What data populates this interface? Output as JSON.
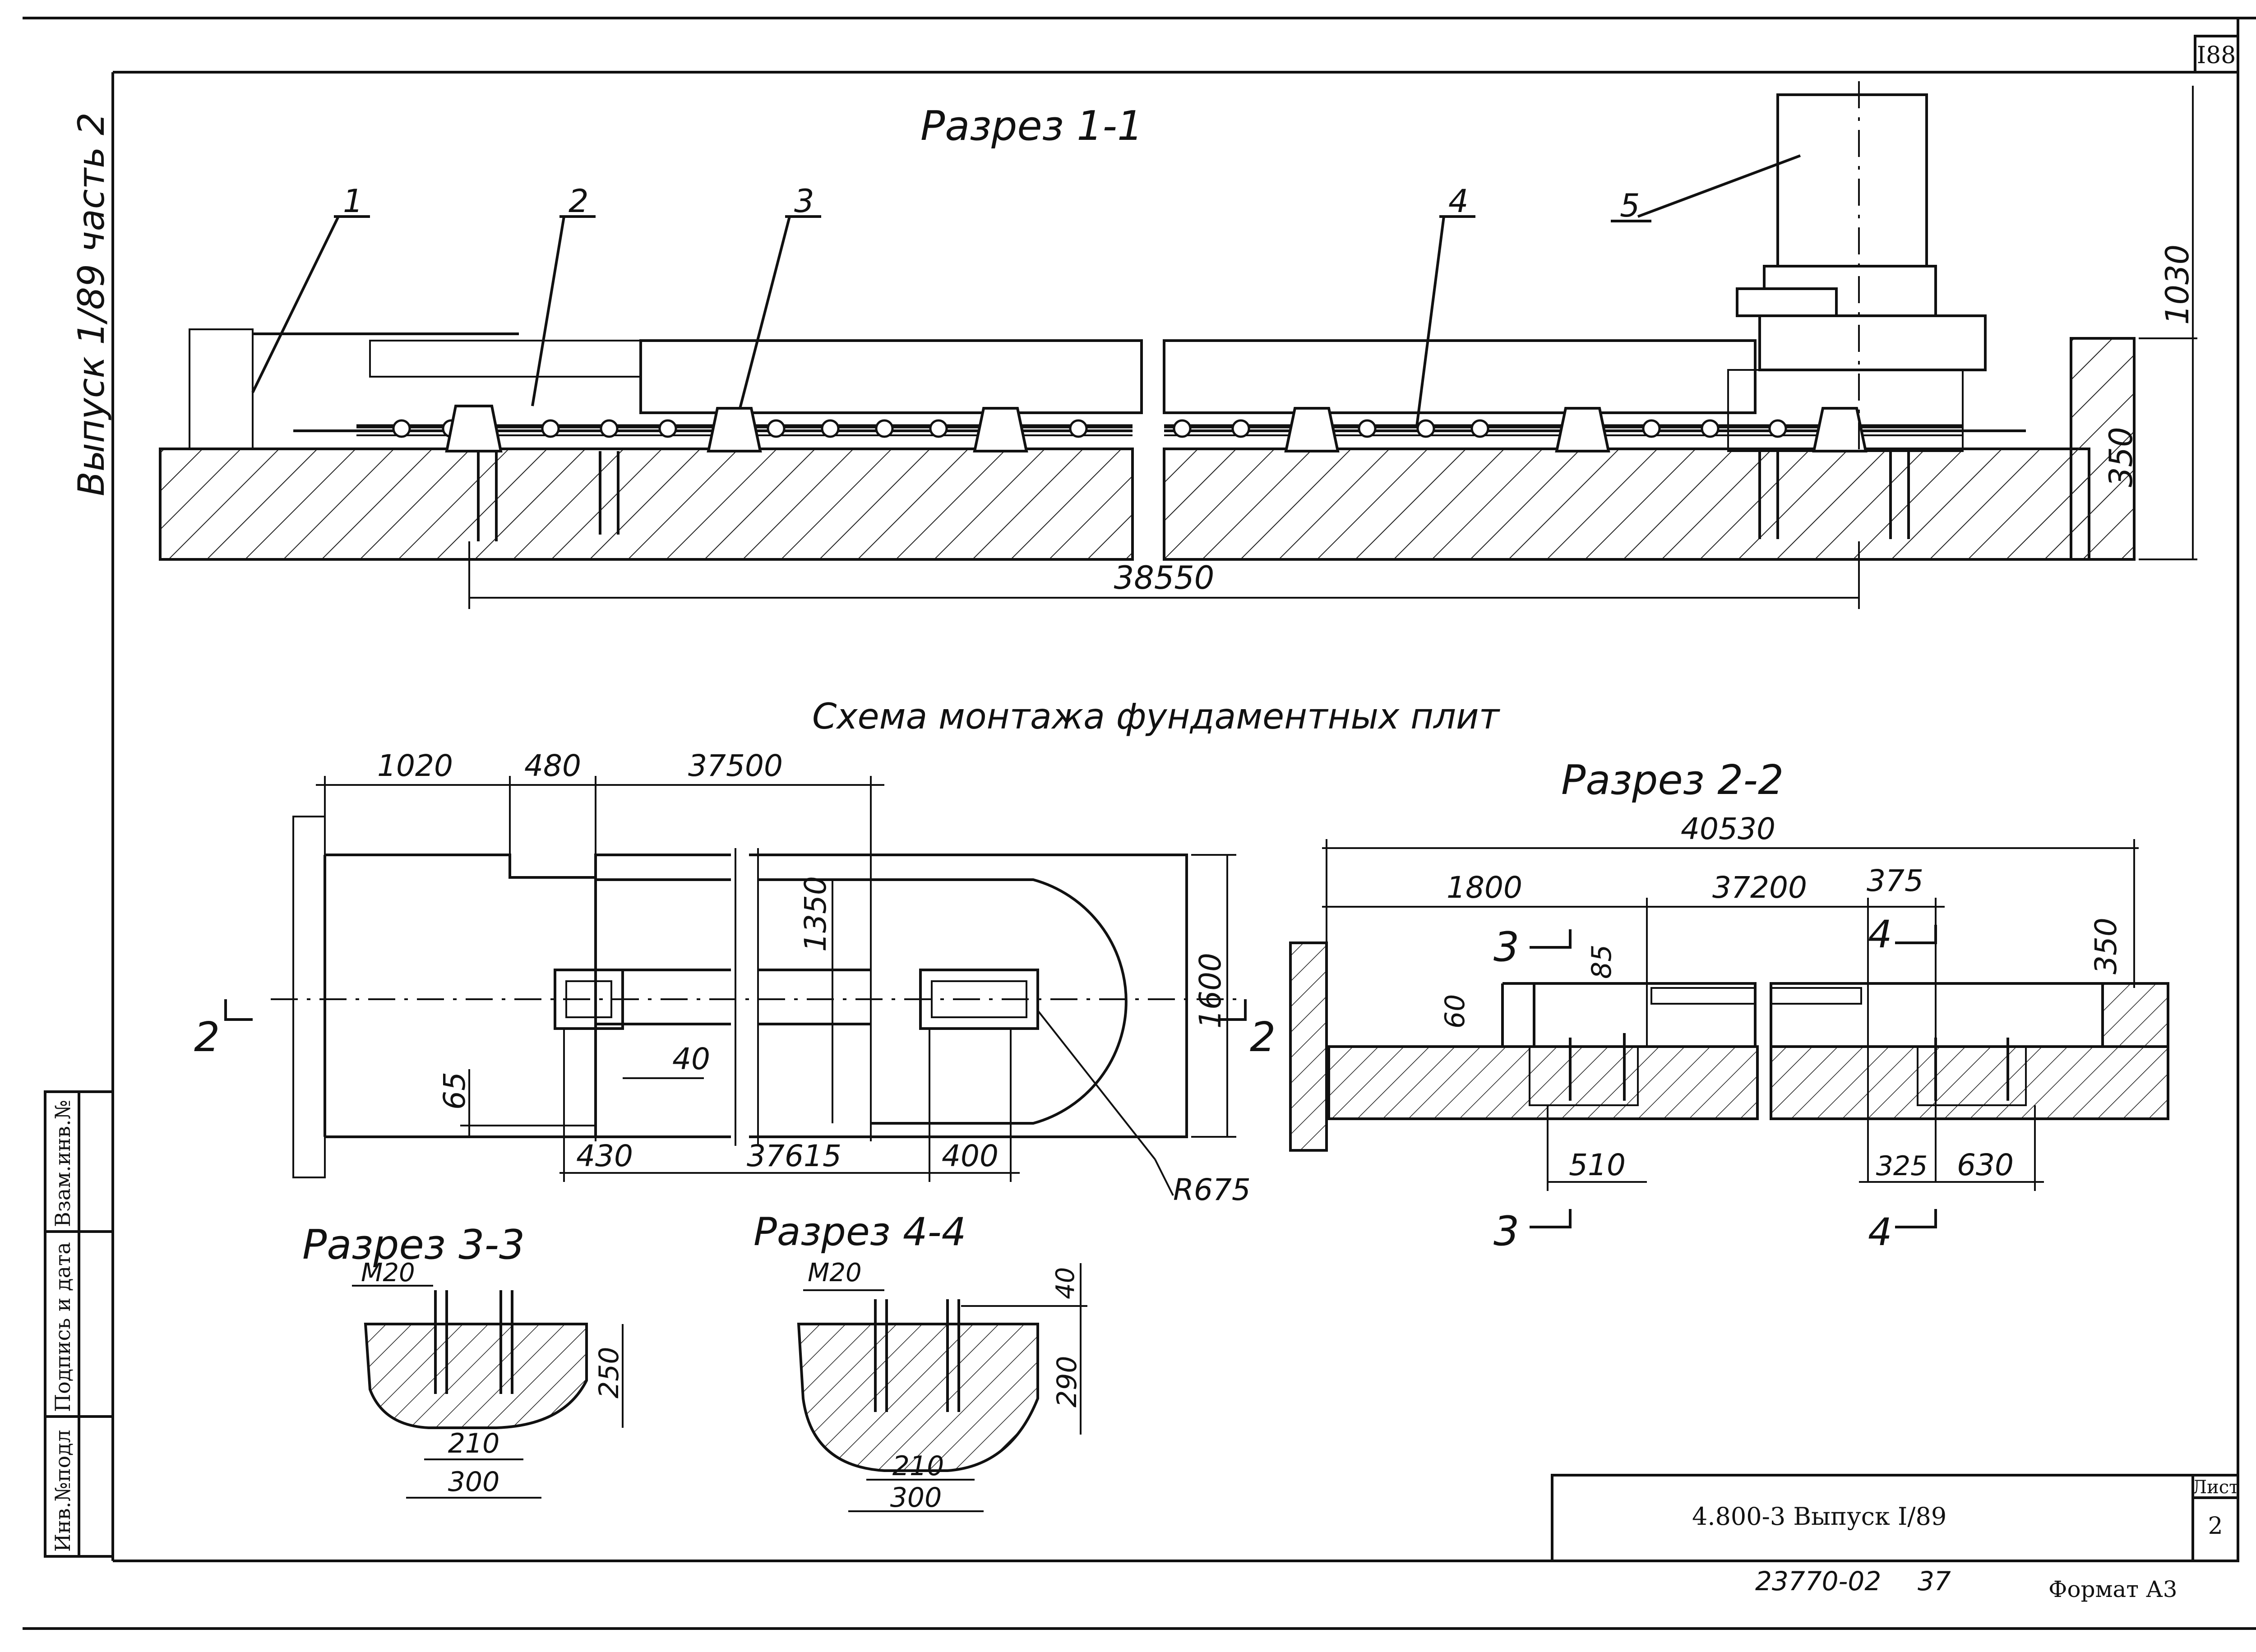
{
  "sheet_number_top": "I88",
  "side_label": "Выпуск 1/89 часть 2",
  "section_1": {
    "title": "Разрез 1-1",
    "callouts": [
      "1",
      "2",
      "3",
      "4",
      "5"
    ],
    "dim_length": "38550",
    "dim_height_total": "1030",
    "dim_height_pit": "350"
  },
  "scheme": {
    "title": "Схема монтажа фундаментных плит",
    "dims_top": [
      "1020",
      "480",
      "37500"
    ],
    "dim_1350": "1350",
    "dim_1600": "1600",
    "dim_40": "40",
    "dim_65": "65",
    "dims_bottom": [
      "430",
      "37615",
      "400"
    ],
    "radius": "R675",
    "cut_mark": "2"
  },
  "section_2": {
    "title": "Разрез 2-2",
    "dim_total": "40530",
    "dims_top": [
      "1800",
      "37200",
      "375"
    ],
    "dim_85": "85",
    "dim_60": "60",
    "dim_350": "350",
    "dims_bottom": [
      "510",
      "325",
      "630"
    ],
    "cut_3": "3",
    "cut_4": "4"
  },
  "section_3": {
    "title": "Разрез 3-3",
    "bolt": "M20",
    "dim_depth": "250",
    "dim_inner": "210",
    "dim_outer": "300"
  },
  "section_4": {
    "title": "Разрез 4-4",
    "bolt": "M20",
    "dim_top": "40",
    "dim_depth": "290",
    "dim_inner": "210",
    "dim_outer": "300"
  },
  "side_stamp": [
    "Инв.№подл",
    "Подпись и дата",
    "Взам.инв.№"
  ],
  "title_block": {
    "designation": "4.800-3 Выпуск I/89",
    "sheet_label": "Лист",
    "sheet_number": "2"
  },
  "footer": {
    "code": "23770-02",
    "page": "37",
    "format": "Формат А3"
  }
}
